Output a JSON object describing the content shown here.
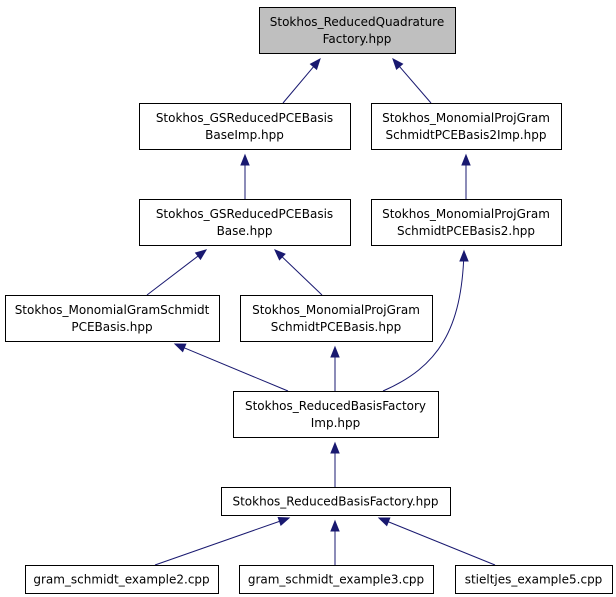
{
  "graph": {
    "colors": {
      "edge": "#191970",
      "node_border": "#000000",
      "node_fill": "#ffffff",
      "highlight_fill": "#bfbfbf"
    },
    "nodes": [
      {
        "id": "n0",
        "lines": [
          "Stokhos_ReducedQuadrature",
          "Factory.hpp"
        ],
        "highlight": true
      },
      {
        "id": "n1",
        "lines": [
          "Stokhos_GSReducedPCEBasis",
          "BaseImp.hpp"
        ]
      },
      {
        "id": "n2",
        "lines": [
          "Stokhos_MonomialProjGram",
          "SchmidtPCEBasis2Imp.hpp"
        ]
      },
      {
        "id": "n3",
        "lines": [
          "Stokhos_GSReducedPCEBasis",
          "Base.hpp"
        ]
      },
      {
        "id": "n4",
        "lines": [
          "Stokhos_MonomialProjGram",
          "SchmidtPCEBasis2.hpp"
        ]
      },
      {
        "id": "n5",
        "lines": [
          "Stokhos_MonomialGramSchmidt",
          "PCEBasis.hpp"
        ]
      },
      {
        "id": "n6",
        "lines": [
          "Stokhos_MonomialProjGram",
          "SchmidtPCEBasis.hpp"
        ]
      },
      {
        "id": "n7",
        "lines": [
          "Stokhos_ReducedBasisFactory",
          "Imp.hpp"
        ]
      },
      {
        "id": "n8",
        "lines": [
          "Stokhos_ReducedBasisFactory.hpp"
        ]
      },
      {
        "id": "n9",
        "lines": [
          "gram_schmidt_example2.cpp"
        ]
      },
      {
        "id": "n10",
        "lines": [
          "gram_schmidt_example3.cpp"
        ]
      },
      {
        "id": "n11",
        "lines": [
          "stieltjes_example5.cpp"
        ]
      }
    ],
    "edges": [
      {
        "from": "n1",
        "to": "n0"
      },
      {
        "from": "n2",
        "to": "n0"
      },
      {
        "from": "n3",
        "to": "n1"
      },
      {
        "from": "n4",
        "to": "n2"
      },
      {
        "from": "n5",
        "to": "n3"
      },
      {
        "from": "n6",
        "to": "n3"
      },
      {
        "from": "n7",
        "to": "n5"
      },
      {
        "from": "n7",
        "to": "n6"
      },
      {
        "from": "n7",
        "to": "n4"
      },
      {
        "from": "n8",
        "to": "n7"
      },
      {
        "from": "n9",
        "to": "n8"
      },
      {
        "from": "n10",
        "to": "n8"
      },
      {
        "from": "n11",
        "to": "n8"
      }
    ]
  }
}
